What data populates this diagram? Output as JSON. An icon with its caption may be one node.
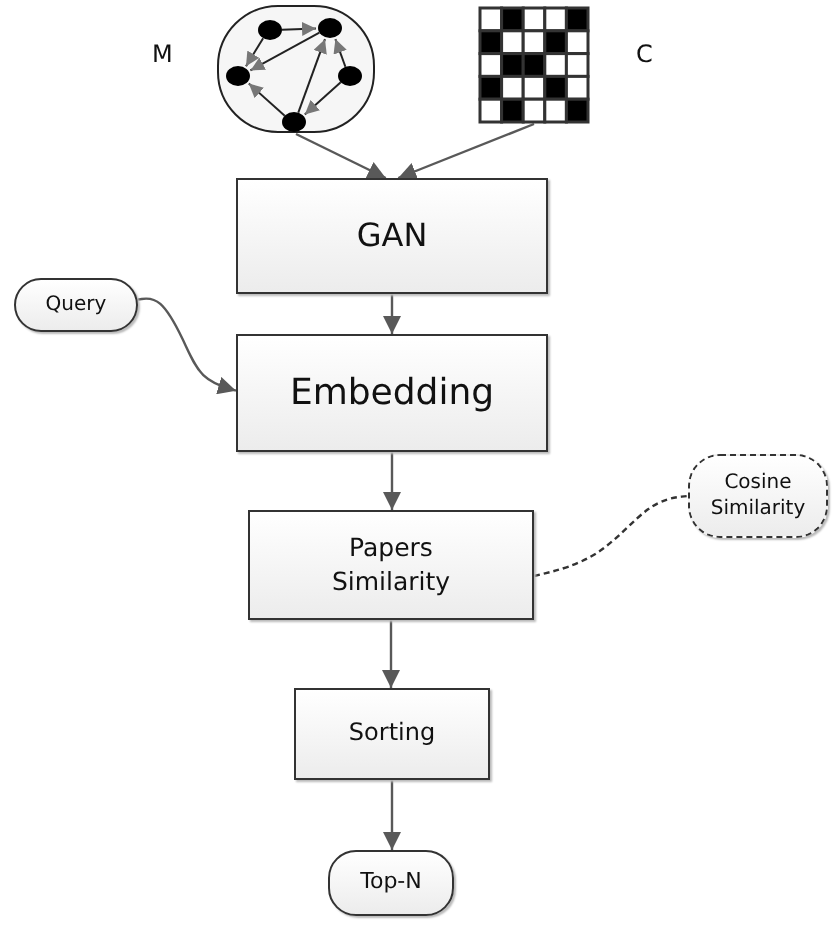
{
  "diagram": {
    "nodes": [
      {
        "text": [],
        "shape": "picture",
        "beside": [
          "M"
        ]
      },
      {
        "text": [],
        "shape": "picture",
        "beside": [
          "C"
        ]
      },
      {
        "text": [
          "GAN"
        ]
      },
      {
        "text": [
          "Query"
        ]
      },
      {
        "text": [
          "Embedding"
        ]
      },
      {
        "text": [
          "Papers Similarity"
        ]
      },
      {
        "text": [
          "Cosine Similarity"
        ]
      },
      {
        "text": [
          "Sorting"
        ]
      },
      {
        "text": [
          "Top-N"
        ]
      }
    ],
    "edges": [
      {
        "from": 0,
        "to": 2,
        "arrow": "to"
      },
      {
        "from": 1,
        "to": 2,
        "arrow": "to"
      },
      {
        "from": 2,
        "to": 4,
        "arrow": "to"
      },
      {
        "from": 3,
        "to": 4,
        "arrow": "to"
      },
      {
        "from": 4,
        "to": 5,
        "arrow": "to"
      },
      {
        "from": 5,
        "to": 6,
        "arrow": "none",
        "style": "dashed"
      },
      {
        "from": 5,
        "to": 7,
        "arrow": "to"
      },
      {
        "from": 7,
        "to": 8,
        "arrow": "to"
      }
    ]
  }
}
